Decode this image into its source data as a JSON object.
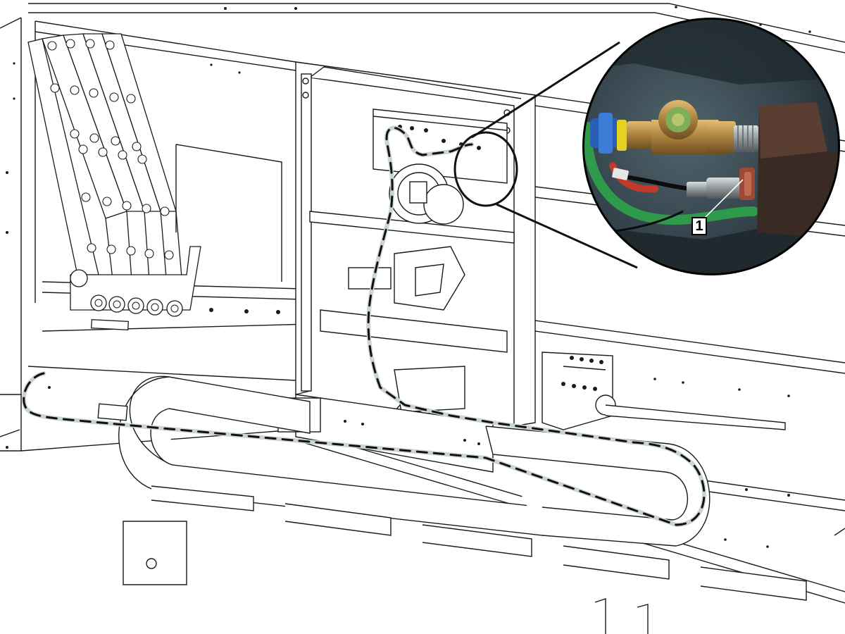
{
  "callout": {
    "number": "1"
  },
  "colors": {
    "line": "#1a1a1a",
    "cable_light": "#c9d3d8",
    "cable_dark": "#111111",
    "photo_bg": "#2d3a40",
    "brass": "#b08a4a",
    "green_hose": "#2f9a4a",
    "blue_fitting": "#2b5fb5",
    "yellow_ring": "#e5d21f",
    "red_hose": "#c0392b",
    "block": "#3a2a24"
  },
  "icons": {
    "zoom_detail": "magnified-photo-inset",
    "cable_route": "dashed-cable-route"
  }
}
